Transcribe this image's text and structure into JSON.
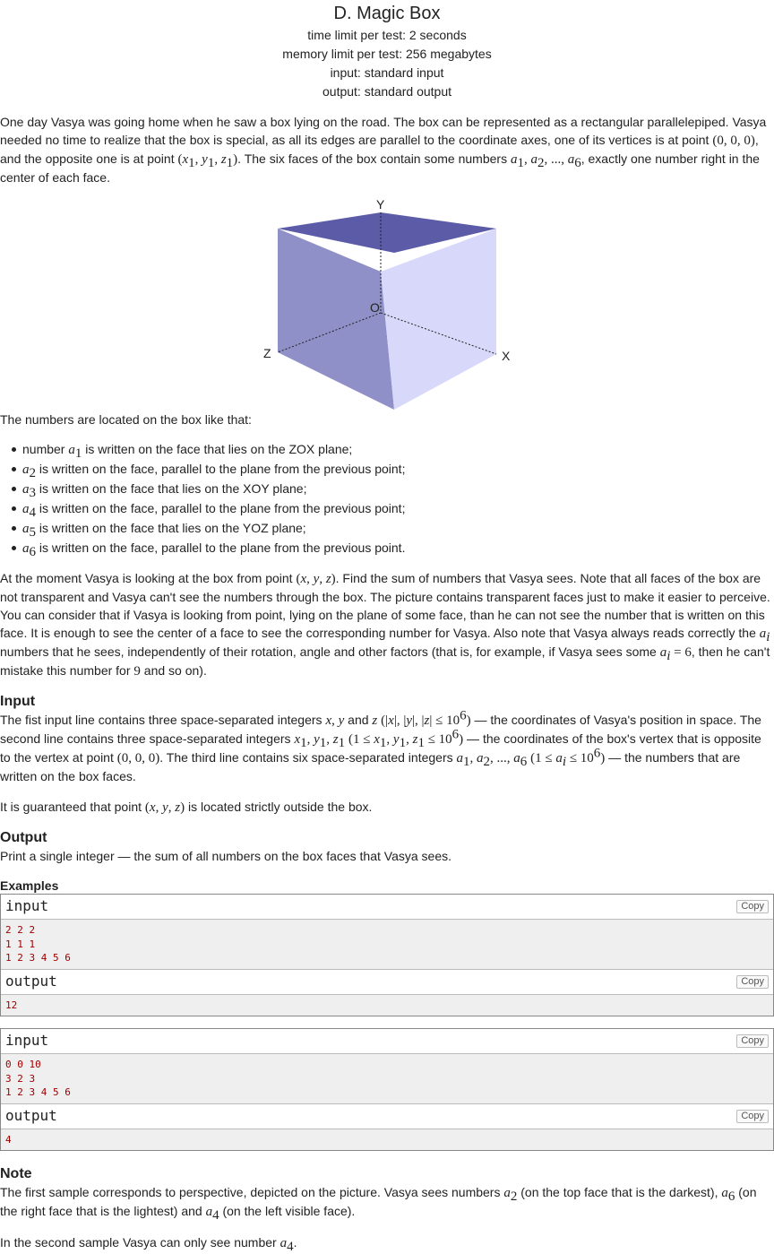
{
  "header": {
    "title": "D. Magic Box",
    "time_limit": "time limit per test: 2 seconds",
    "memory_limit": "memory limit per test: 256 megabytes",
    "input": "input: standard input",
    "output": "output: standard output"
  },
  "statement": {
    "p1a": "One day Vasya was going home when he saw a box lying on the road. The box can be represented as a rectangular parallelepiped. Vasya needed no time to realize that the box is special, as all its edges are parallel to the coordinate axes, one of its vertices is at point ",
    "p1b": ", and the opposite one is at point ",
    "p1c": ". The six faces of the box contain some numbers ",
    "p1d": ", exactly one number right in the center of each face.",
    "figure_labels": {
      "y": "Y",
      "o": "O",
      "z": "Z",
      "x": "X"
    },
    "located": "The numbers are located on the box like that:",
    "faces": [
      {
        "pre": "number ",
        "var": "a",
        "sub": "1",
        "text": " is written on the face that lies on the ZOX plane;"
      },
      {
        "pre": "",
        "var": "a",
        "sub": "2",
        "text": " is written on the face, parallel to the plane from the previous point;"
      },
      {
        "pre": "",
        "var": "a",
        "sub": "3",
        "text": " is written on the face that lies on the XOY plane;"
      },
      {
        "pre": "",
        "var": "a",
        "sub": "4",
        "text": " is written on the face, parallel to the plane from the previous point;"
      },
      {
        "pre": "",
        "var": "a",
        "sub": "5",
        "text": " is written on the face that lies on the YOZ plane;"
      },
      {
        "pre": "",
        "var": "a",
        "sub": "6",
        "text": " is written on the face, parallel to the plane from the previous point."
      }
    ],
    "p2a": "At the moment Vasya is looking at the box from point ",
    "p2b": ". Find the sum of numbers that Vasya sees. Note that all faces of the box are not transparent and Vasya can't see the numbers through the box. The picture contains transparent faces just to make it easier to perceive. You can consider that if Vasya is looking from point, lying on the plane of some face, than he can not see the number that is written on this face. It is enough to see the center of a face to see the corresponding number for Vasya. Also note that Vasya always reads correctly the ",
    "p2c": " numbers that he sees, independently of their rotation, angle and other factors (that is, for example, if Vasya sees some ",
    "p2d": ", then he can't mistake this number for ",
    "p2e": " and so on)."
  },
  "input_section": {
    "title": "Input",
    "p1a": "The fist input line contains three space-separated integers ",
    "p1b": " and ",
    "p1c": " — the coordinates of Vasya's position in space. The second line contains three space-separated integers ",
    "p1d": " — the coordinates of the box's vertex that is opposite to the vertex at point ",
    "p1e": ". The third line contains six space-separated integers ",
    "p1f": " — the numbers that are written on the box faces.",
    "p2a": "It is guaranteed that point ",
    "p2b": " is located strictly outside the box."
  },
  "output_section": {
    "title": "Output",
    "text": "Print a single integer — the sum of all numbers on the box faces that Vasya sees."
  },
  "examples": {
    "title": "Examples",
    "input_label": "input",
    "output_label": "output",
    "copy_label": "Copy",
    "tests": [
      {
        "input": "2 2 2\n1 1 1\n1 2 3 4 5 6",
        "output": "12"
      },
      {
        "input": "0 0 10\n3 2 3\n1 2 3 4 5 6",
        "output": "4"
      }
    ]
  },
  "note": {
    "title": "Note",
    "p1a": "The first sample corresponds to perspective, depicted on the picture. Vasya sees numbers ",
    "p1b": " (on the top face that is the darkest), ",
    "p1c": " (on the right face that is the lightest) and ",
    "p1d": " (on the left visible face).",
    "p2a": "In the second sample Vasya can only see number ",
    "p2b": "."
  },
  "colors": {
    "top_face": "#5b5ba8",
    "left_face": "#9090c8",
    "right_face": "#d8d8fa",
    "sample_bg": "#efefef",
    "sample_text": "#a00000"
  }
}
